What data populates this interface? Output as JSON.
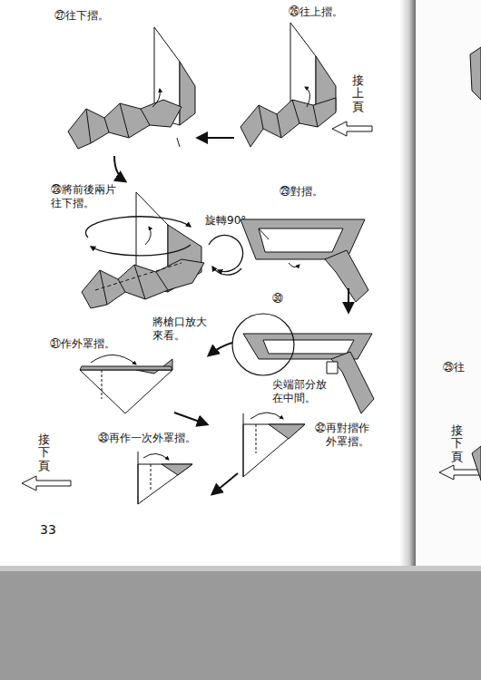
{
  "diagram": {
    "labels": [
      "㉗往下摺。",
      "㉖往上摺。",
      "接上頁",
      "㉘將前後兩片 往下摺。",
      "旋轉90°",
      "㉙對摺。",
      "㉚",
      "將槍口放大 來看。",
      "尖端部分放 在中間。",
      "㉛作外罩摺。",
      "㉜再對摺作 外罩摺。",
      "㉝再作一次外罩摺。",
      "接下頁",
      "33",
      "㉕往",
      "接下頁"
    ]
  }
}
